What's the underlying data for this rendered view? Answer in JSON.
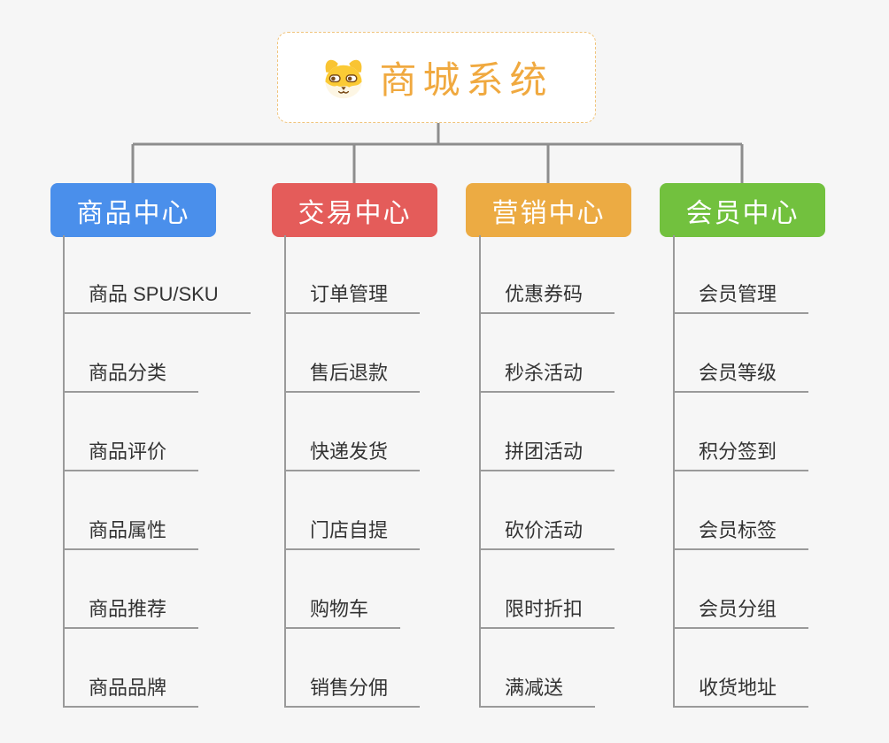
{
  "root": {
    "title": "商城系统",
    "icon": "dog-icon"
  },
  "branches": [
    {
      "label": "商品中心",
      "color": "#4a8feb",
      "items": [
        "商品 SPU/SKU",
        "商品分类",
        "商品评价",
        "商品属性",
        "商品推荐",
        "商品品牌"
      ]
    },
    {
      "label": "交易中心",
      "color": "#e45c5a",
      "items": [
        "订单管理",
        "售后退款",
        "快递发货",
        "门店自提",
        "购物车",
        "销售分佣"
      ]
    },
    {
      "label": "营销中心",
      "color": "#ecab43",
      "items": [
        "优惠券码",
        "秒杀活动",
        "拼团活动",
        "砍价活动",
        "限时折扣",
        "满减送"
      ]
    },
    {
      "label": "会员中心",
      "color": "#72c13e",
      "items": [
        "会员管理",
        "会员等级",
        "积分签到",
        "会员标签",
        "会员分组",
        "收货地址"
      ]
    }
  ],
  "colors": {
    "background": "#f6f6f6",
    "connector": "#8d8d8d",
    "underline": "#9a9a9a",
    "leaf_text": "#333333",
    "root_text": "#f0a93f",
    "root_border": "#f0c47c"
  }
}
